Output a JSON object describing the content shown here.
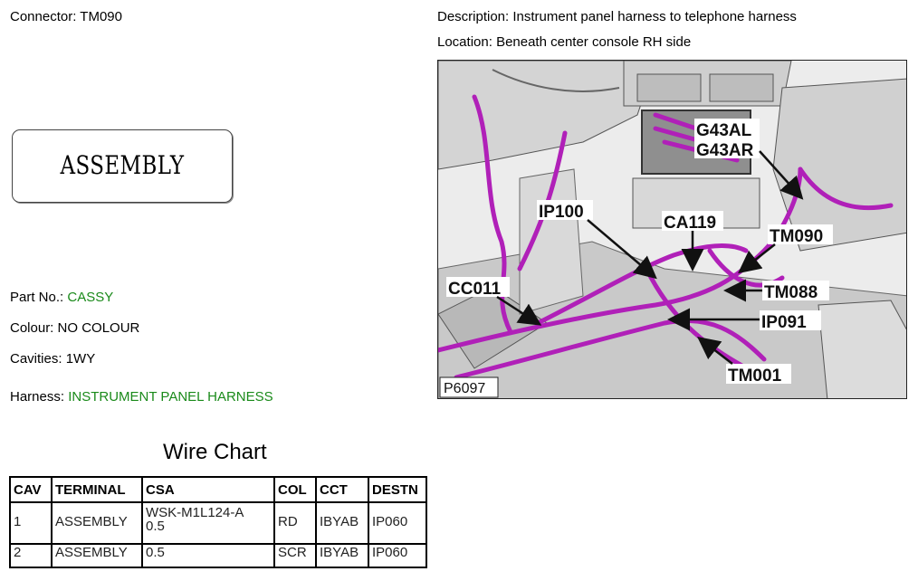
{
  "header": {
    "connector_label": "Connector:",
    "connector_value": "TM090",
    "description_label": "Description:",
    "description_value": "Instrument panel harness to telephone harness",
    "location_label": "Location:",
    "location_value": "Beneath center console RH side"
  },
  "assembly_image": {
    "text": "ASSEMBLY"
  },
  "details": {
    "part_no_label": "Part No.:",
    "part_no_value": "CASSY",
    "colour_label": "Colour:",
    "colour_value": "NO COLOUR",
    "cavities_label": "Cavities:",
    "cavities_value": "1WY",
    "harness_label": "Harness:",
    "harness_value": "INSTRUMENT PANEL HARNESS"
  },
  "wire_chart": {
    "title": "Wire Chart",
    "columns": [
      "CAV",
      "TERMINAL",
      "CSA",
      "COL",
      "CCT",
      "DESTN"
    ],
    "rows": [
      {
        "cav": "1",
        "terminal": "ASSEMBLY",
        "csa_line1": "WSK-M1L124-A",
        "csa_line2": "0.5",
        "col": "RD",
        "cct": "IBYAB",
        "destn": "IP060"
      },
      {
        "cav": "2",
        "terminal": "ASSEMBLY",
        "csa_line1": "0.5",
        "csa_line2": "",
        "col": "SCR",
        "cct": "IBYAB",
        "destn": "IP060"
      }
    ]
  },
  "photo": {
    "figure_id": "P6097",
    "callouts": {
      "g43al": "G43AL",
      "g43ar": "G43AR",
      "ip100": "IP100",
      "ca119": "CA119",
      "tm090": "TM090",
      "cc011": "CC011",
      "tm088": "TM088",
      "ip091": "IP091",
      "tm001": "TM001"
    },
    "harness_color": "#b020b8"
  },
  "colors": {
    "value_green": "#1a8a1a"
  }
}
